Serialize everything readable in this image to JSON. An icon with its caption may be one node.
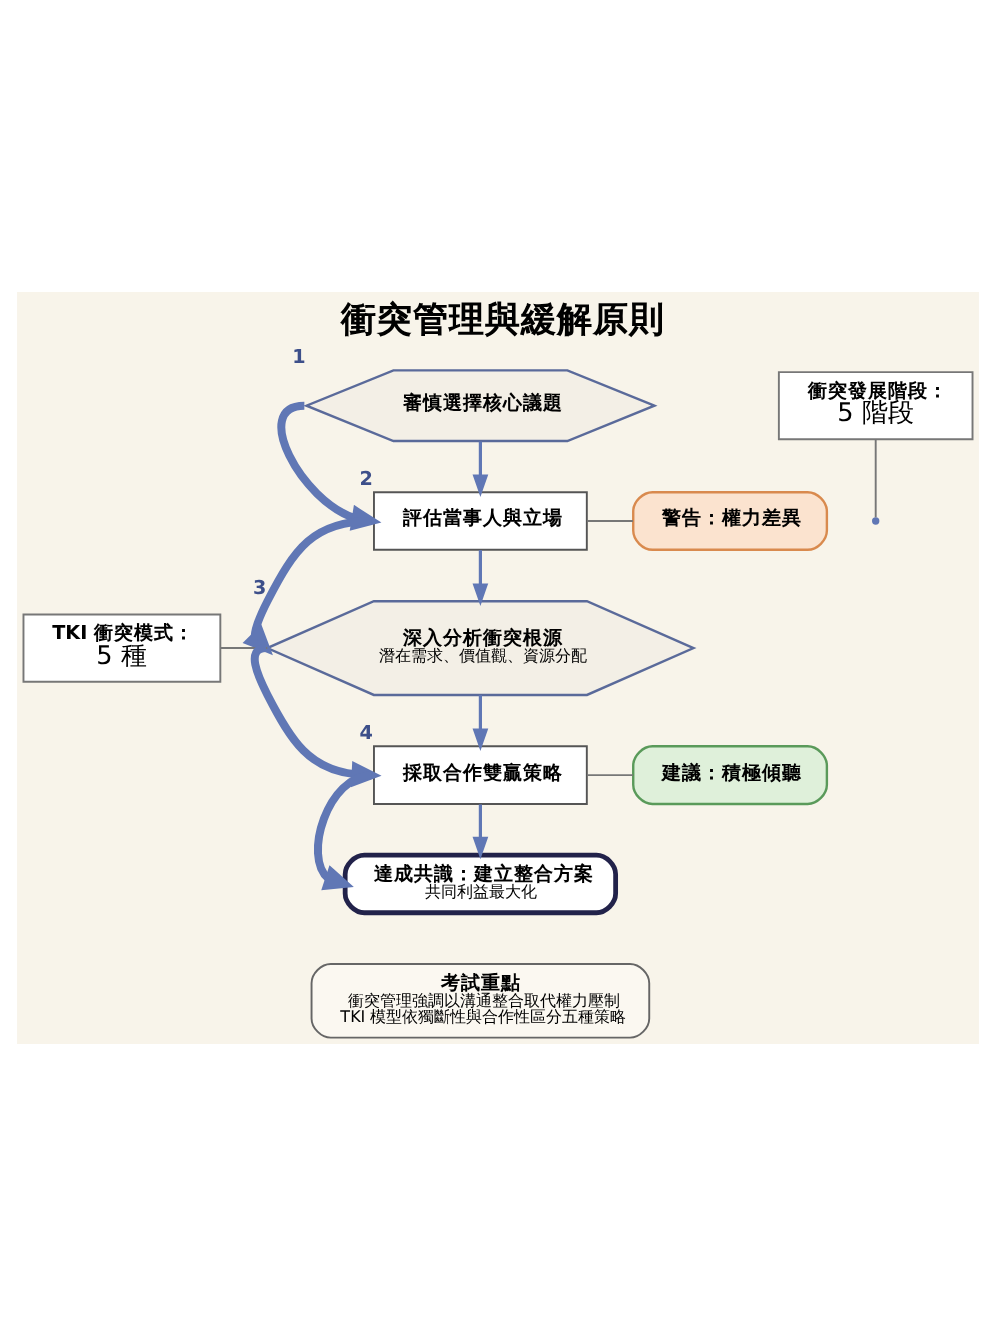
{
  "diagram": {
    "title": "衝突管理與緩解原則",
    "nodes": [
      {
        "text": [
          "審慎選擇核心議題"
        ],
        "beside": [
          "1"
        ]
      },
      {
        "text": [
          "評估當事人與立場"
        ],
        "beside": [
          "2"
        ]
      },
      {
        "text": [
          "警告：權力差異"
        ]
      },
      {
        "text": [
          "TKI 衝突模式：",
          "5 種"
        ]
      },
      {
        "text": [
          "深入分析衝突根源",
          "潛在需求、價值觀、資源分配"
        ],
        "beside": [
          "3"
        ]
      },
      {
        "text": [
          "採取合作雙贏策略"
        ],
        "beside": [
          "4"
        ]
      },
      {
        "text": [
          "建議：積極傾聽"
        ]
      },
      {
        "text": [
          "衝突發展階段：",
          "5 階段"
        ]
      },
      {
        "text": [
          "達成共識：建立整合方案",
          "共同利益最大化"
        ]
      },
      {
        "text": [
          "考試重點",
          "衝突管理強調以溝通整合取代權力壓制",
          "TKI 模型依獨斷性與合作性區分五種策略"
        ]
      }
    ],
    "edges": [
      {
        "from": 0,
        "to": 1,
        "arrow": "to"
      },
      {
        "from": 0,
        "to": 1,
        "arrow": "to",
        "style": "thick"
      },
      {
        "from": 1,
        "to": 2,
        "arrow": "none"
      },
      {
        "from": 1,
        "to": 4,
        "arrow": "to"
      },
      {
        "from": 1,
        "to": 4,
        "arrow": "to",
        "style": "thick"
      },
      {
        "from": 3,
        "to": 4,
        "arrow": "none"
      },
      {
        "from": 4,
        "to": 5,
        "arrow": "to"
      },
      {
        "from": 4,
        "to": 5,
        "arrow": "to",
        "style": "thick"
      },
      {
        "from": 5,
        "to": 6,
        "arrow": "none"
      },
      {
        "from": 5,
        "to": 8,
        "arrow": "to"
      },
      {
        "from": 7,
        "to": null,
        "arrow": "none"
      },
      {
        "from": 5,
        "to": 8,
        "arrow": "to",
        "style": "thick"
      }
    ]
  }
}
